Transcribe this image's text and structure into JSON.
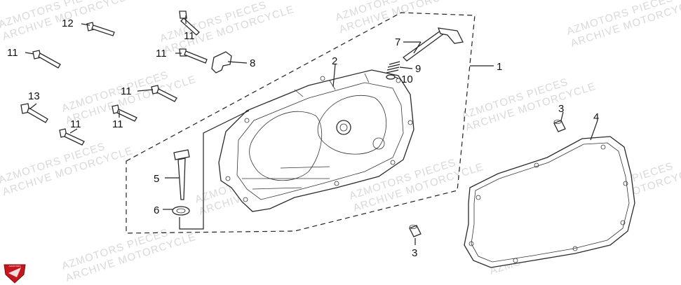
{
  "watermark": {
    "line1": "AZMOTORS PIECES",
    "line2": "ARCHIVE MOTORCYCLE"
  },
  "callouts": [
    {
      "id": "1",
      "text": "1"
    },
    {
      "id": "2",
      "text": "2"
    },
    {
      "id": "3a",
      "text": "3"
    },
    {
      "id": "3b",
      "text": "3"
    },
    {
      "id": "4",
      "text": "4"
    },
    {
      "id": "5",
      "text": "5"
    },
    {
      "id": "6",
      "text": "6"
    },
    {
      "id": "7",
      "text": "7"
    },
    {
      "id": "8",
      "text": "8"
    },
    {
      "id": "9",
      "text": "9"
    },
    {
      "id": "10",
      "text": "10"
    },
    {
      "id": "11a",
      "text": "11"
    },
    {
      "id": "11b",
      "text": "11"
    },
    {
      "id": "11c",
      "text": "11"
    },
    {
      "id": "11d",
      "text": "11"
    },
    {
      "id": "11e",
      "text": "11"
    },
    {
      "id": "11f",
      "text": "11"
    },
    {
      "id": "12",
      "text": "12"
    },
    {
      "id": "13",
      "text": "13"
    }
  ],
  "colors": {
    "line": "#222222",
    "watermark": "#d9d9d9",
    "logo": "#c4161c"
  },
  "logo": {
    "text": "AZMOTORS"
  }
}
